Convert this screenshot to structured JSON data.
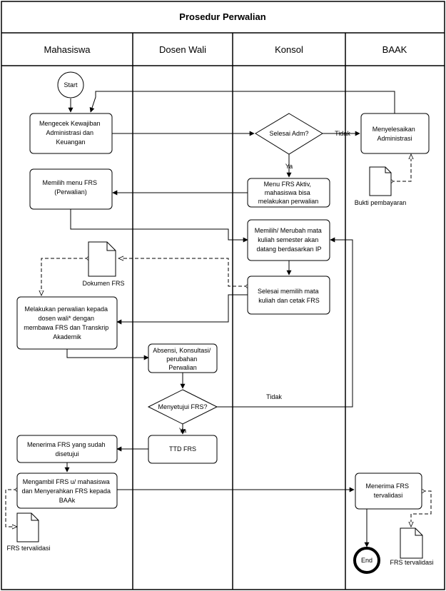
{
  "title": "Prosedur Perwalian",
  "lanes": [
    "Mahasiswa",
    "Dosen Wali",
    "Konsol",
    "BAAK"
  ],
  "nodes": {
    "start": "Start",
    "cek": [
      "Mengecek Kewajiban",
      "Administrasi dan",
      "Keuangan"
    ],
    "selesai_adm": "Selesai Adm?",
    "menyelesaikan": [
      "Menyelesaikan",
      "Administrasi"
    ],
    "bukti": "Bukti pembayaran",
    "memilih_menu": [
      "Memilih menu FRS",
      "(Perwalian)"
    ],
    "menu_aktiv": [
      "Menu FRS Aktiv,",
      "mahasiswa bisa",
      "melakukan perwalian"
    ],
    "memilih_ubah": [
      "Memilih/ Merubah mata",
      "kuliah semester akan",
      "datang berdasarkan IP"
    ],
    "dokumen_frs": "Dokumen FRS",
    "selesai_memilih": [
      "Selesai memilih mata",
      "kuliah dan cetak FRS"
    ],
    "melakukan": [
      "Melakukan perwalian kepada",
      "dosen wali* dengan",
      "membawa FRS dan Transkrip",
      "Akademik"
    ],
    "absensi": [
      "Absensi, Konsultasi/",
      "perubahan",
      "Perwalian"
    ],
    "menyetujui": "Menyetujui FRS?",
    "ttd": "TTD FRS",
    "menerima_frs": [
      "Menerima FRS yang sudah",
      "disetujui"
    ],
    "mengambil": [
      "Mengambil FRS u/ mahasiswa",
      "dan Menyerahkan FRS kepada",
      "BAAk"
    ],
    "menerima_valid": [
      "Menerima FRS",
      "tervalidasi"
    ],
    "frs_valid_left": "FRS tervalidasi",
    "frs_valid_right": "FRS tervalidasi",
    "end": "End"
  },
  "edge_labels": {
    "tidak_adm": "Tidak",
    "ya_adm": "Ya",
    "tidak_frs": "Tidak",
    "ya_frs": "Ya"
  }
}
